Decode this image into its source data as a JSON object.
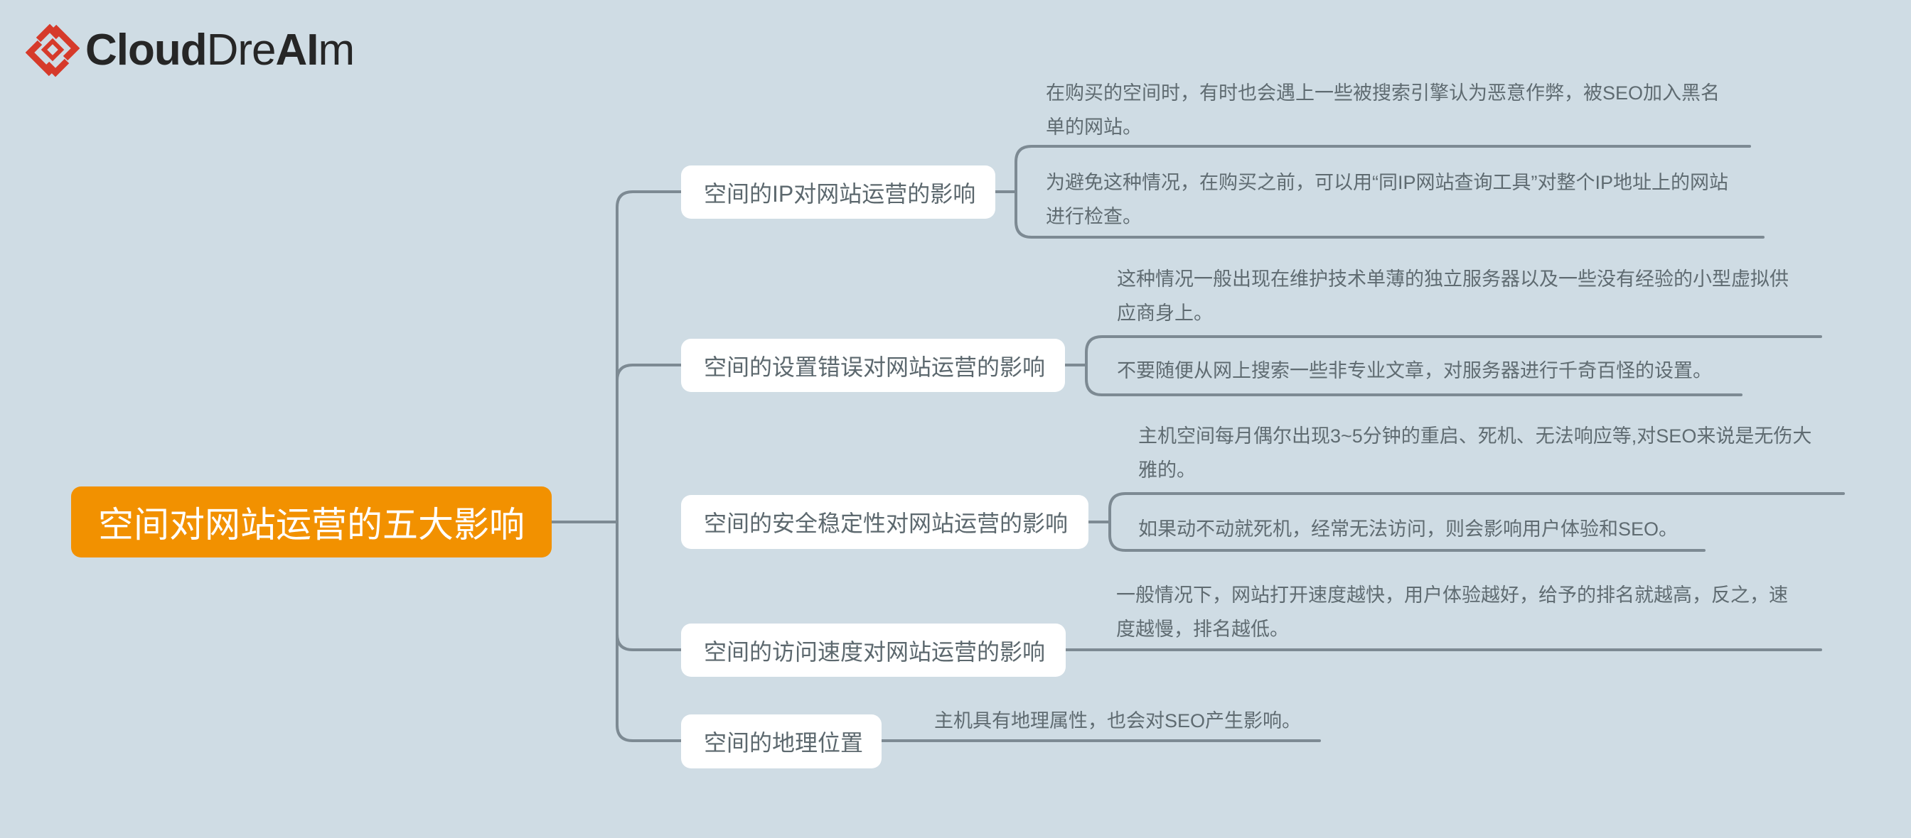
{
  "logo": {
    "brand_bold": "Cloud",
    "brand_light_1": "Dre",
    "brand_bold_2": "AI",
    "brand_light_2": "m",
    "icon": "interlocking-diamond-icon",
    "icon_color": "#d63a2a"
  },
  "colors": {
    "background": "#cfdce4",
    "root_fill": "#f29100",
    "node_fill": "#ffffff",
    "text": "#5c686e",
    "line": "#7d8a93"
  },
  "root": {
    "label": "空间对网站运营的五大影响"
  },
  "branches": [
    {
      "label": "空间的IP对网站运营的影响",
      "leaves": [
        {
          "lines": [
            "在购买的空间时，有时也会遇上一些被搜索引擎认为恶意作弊，被SEO加入黑名",
            "单的网站。"
          ]
        },
        {
          "lines": [
            "为避免这种情况，在购买之前，可以用“同IP网站查询工具”对整个IP地址上的网站",
            "进行检查。"
          ]
        }
      ]
    },
    {
      "label": "空间的设置错误对网站运营的影响",
      "leaves": [
        {
          "lines": [
            "这种情况一般出现在维护技术单薄的独立服务器以及一些没有经验的小型虚拟供",
            "应商身上。"
          ]
        },
        {
          "lines": [
            "不要随便从网上搜索一些非专业文章，对服务器进行千奇百怪的设置。"
          ]
        }
      ]
    },
    {
      "label": "空间的安全稳定性对网站运营的影响",
      "leaves": [
        {
          "lines": [
            "主机空间每月偶尔出现3~5分钟的重启、死机、无法响应等,对SEO来说是无伤大",
            "雅的。"
          ]
        },
        {
          "lines": [
            "如果动不动就死机，经常无法访问，则会影响用户体验和SEO。"
          ]
        }
      ]
    },
    {
      "label": "空间的访问速度对网站运营的影响",
      "leaves": [
        {
          "lines": [
            "一般情况下，网站打开速度越快，用户体验越好，给予的排名就越高，反之，速",
            "度越慢，排名越低。"
          ]
        }
      ]
    },
    {
      "label": "空间的地理位置",
      "leaves": [
        {
          "lines": [
            "主机具有地理属性，也会对SEO产生影响。"
          ]
        }
      ]
    }
  ]
}
